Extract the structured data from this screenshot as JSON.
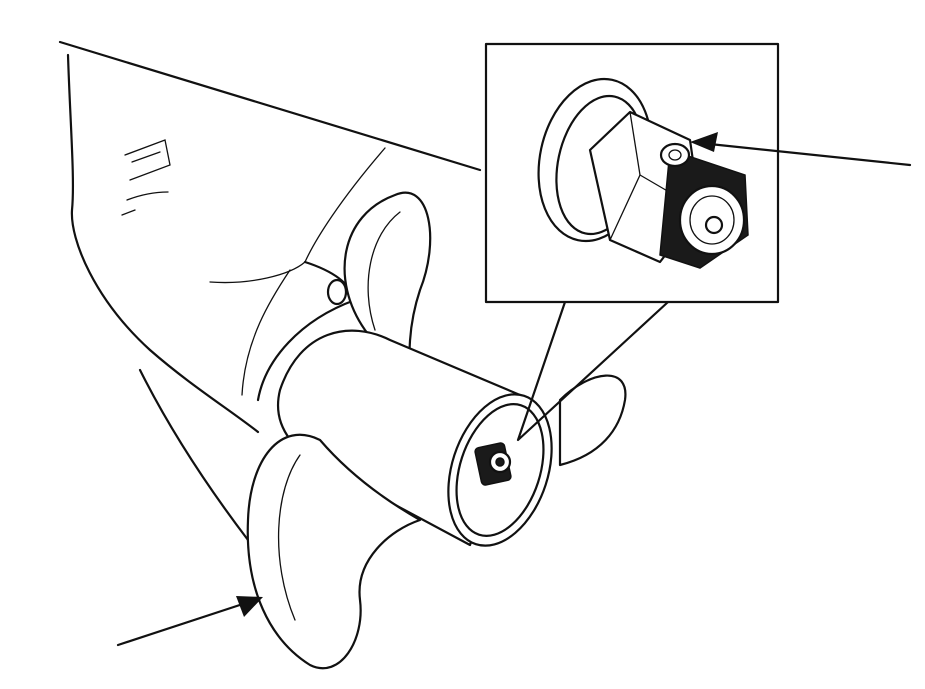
{
  "figure": {
    "subject": "outboard-motor-lower-unit-propeller",
    "callouts": [
      {
        "id": "propeller-blade",
        "label": ""
      },
      {
        "id": "propeller-nut-cotter-pin",
        "label": ""
      }
    ],
    "colors": {
      "line": "#111111",
      "background": "#ffffff"
    }
  }
}
